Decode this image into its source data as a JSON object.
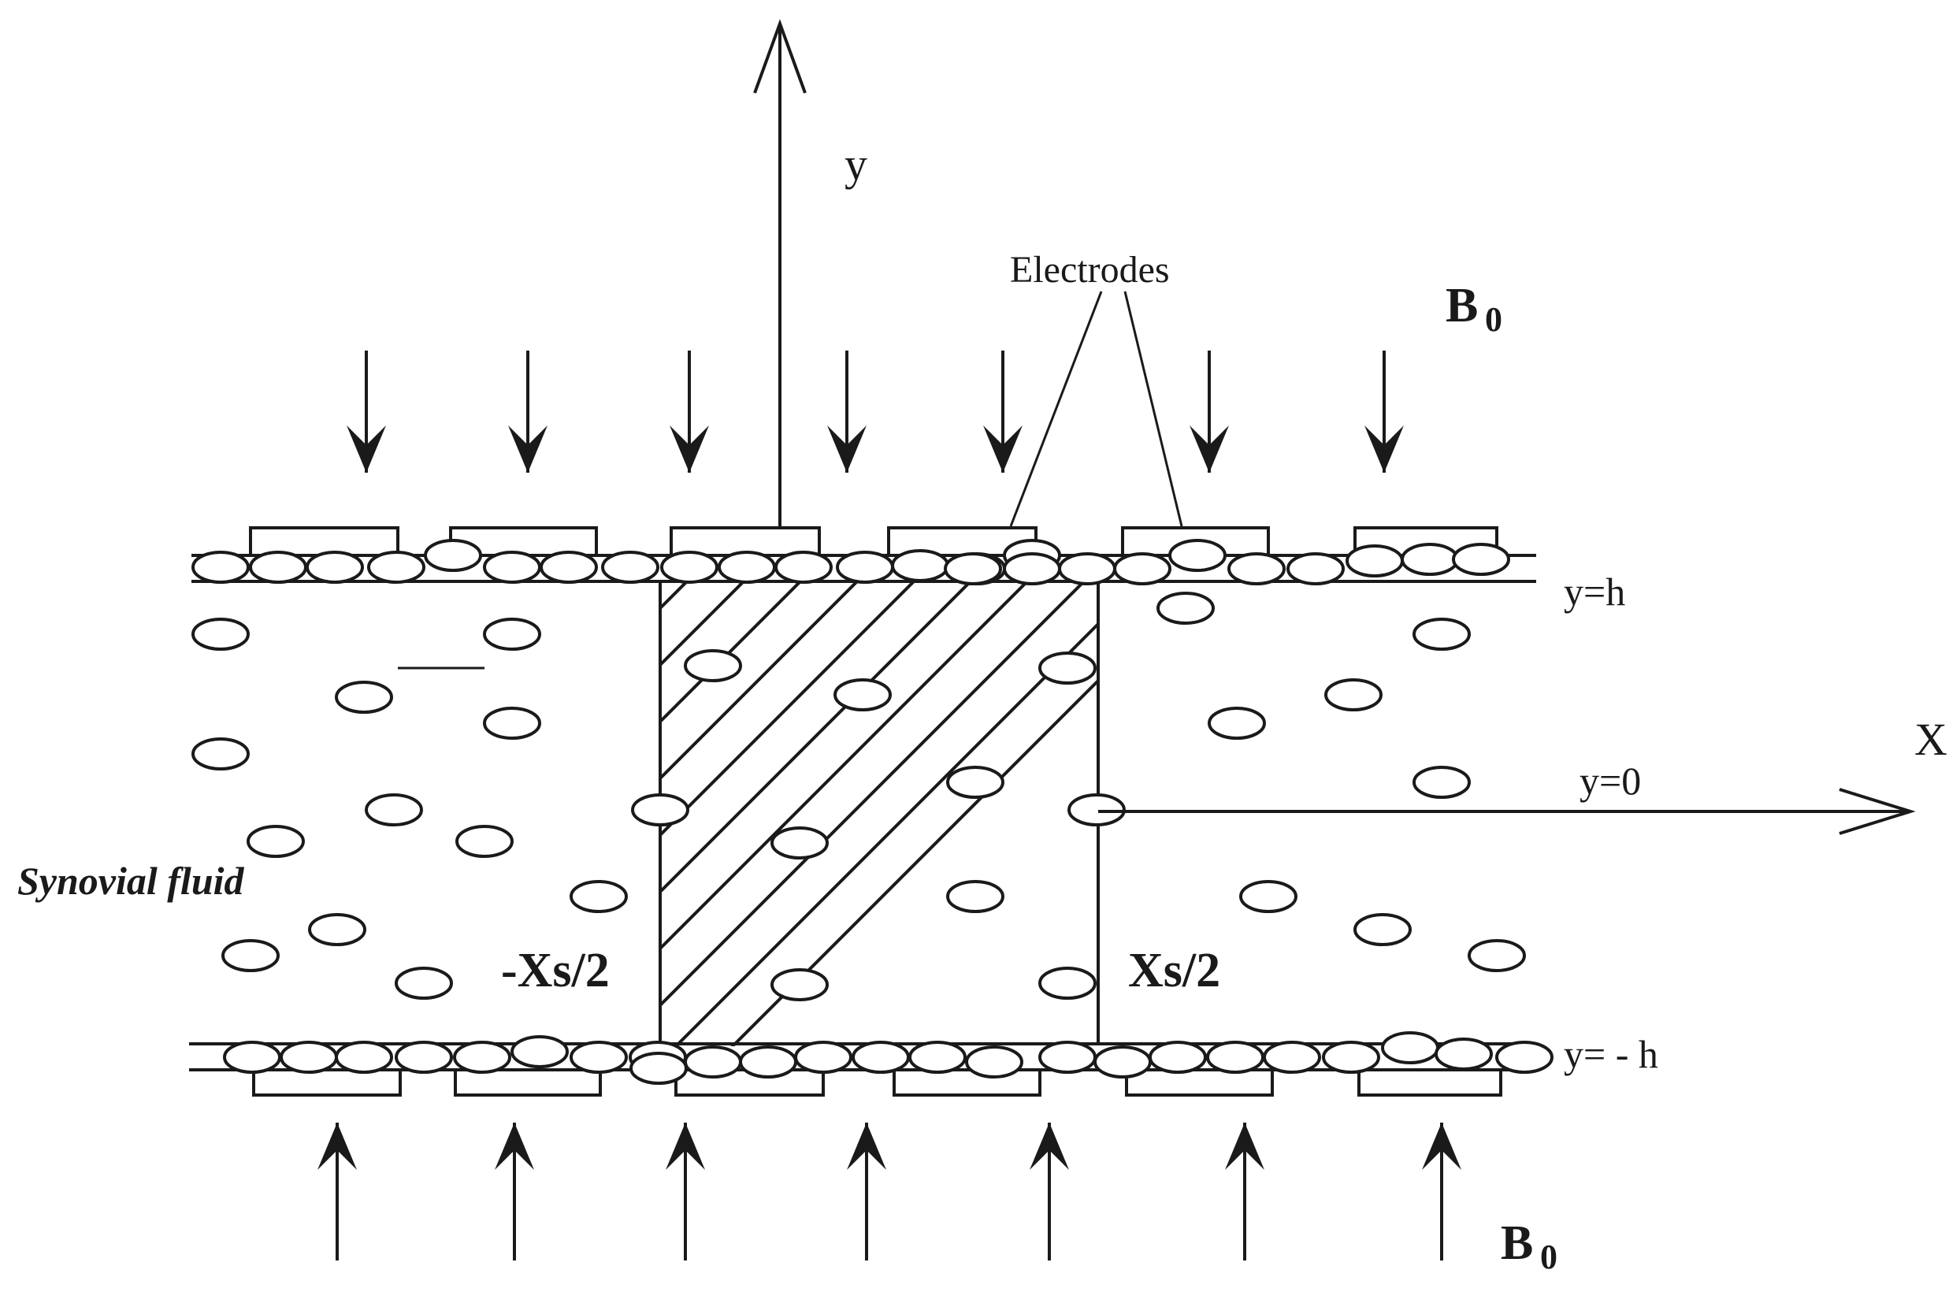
{
  "labels": {
    "y_axis": "y",
    "x_axis": "X",
    "electrodes": "Electrodes",
    "b0_top": "B",
    "b0_top_sub": "0",
    "b0_bottom": "B",
    "b0_bottom_sub": "0",
    "y_eq_h": "y=h",
    "y_eq_0": "y=0",
    "y_eq_minus_h": "y= - h",
    "minus_xs2": "-Xs/2",
    "xs2": "Xs/2",
    "synovial_fluid": "Synovial  fluid"
  },
  "colors": {
    "ink": "#1a1a1a",
    "background": "#ffffff"
  }
}
